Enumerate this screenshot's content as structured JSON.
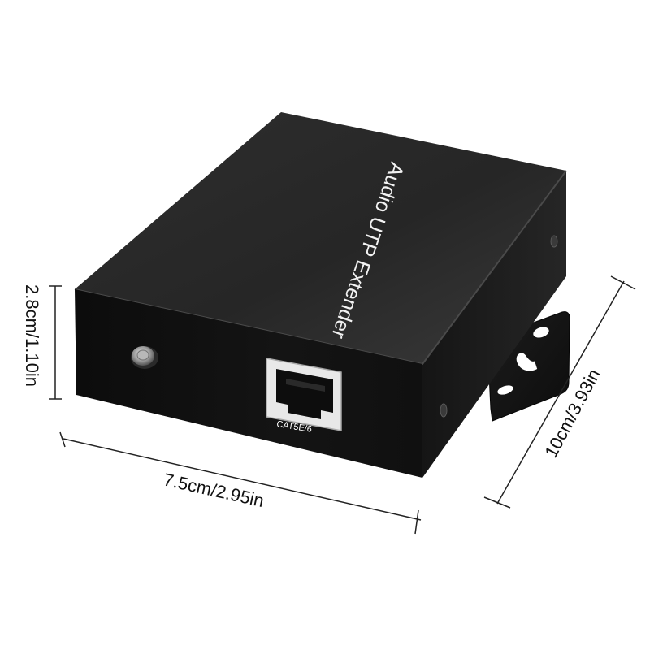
{
  "device": {
    "title": "Audio UTP Extender",
    "port_label": "CAT5E/6"
  },
  "dimensions": {
    "height": "2.8cm/1.10in",
    "width": "7.5cm/2.95in",
    "depth": "10cm/3.93in"
  },
  "colors": {
    "background": "#ffffff",
    "case_top": "#2a2a2a",
    "case_front": "#121212",
    "case_side": "#1a1a1a",
    "port_frame": "#e8e8e8",
    "dimension_lines": "#222222"
  }
}
